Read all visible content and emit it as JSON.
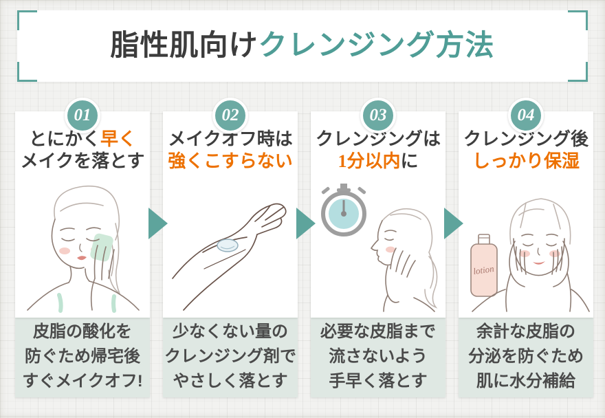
{
  "banner": {
    "title_plain": "脂性肌向け",
    "title_accent": "クレンジング方法"
  },
  "colors": {
    "accent_teal": "#4f9d96",
    "badge_teal": "#6caaa3",
    "arrow_teal": "#5ea49c",
    "accent_orange": "#ed7100",
    "dark_text": "#3e3e3e",
    "caption_bg": "#dfe8e3",
    "caption_text": "#4a4a4a"
  },
  "steps": [
    {
      "number": "01",
      "heading_line1": [
        {
          "t": "とにかく",
          "c": "dark"
        },
        {
          "t": "早く",
          "c": "accent"
        }
      ],
      "heading_line2": [
        {
          "t": "メイクを落とす",
          "c": "dark"
        }
      ],
      "illustration": "woman-wiping-face-illustration",
      "caption_lines": [
        "皮脂の酸化を",
        "防ぐため帰宅後",
        "すぐメイクオフ!"
      ]
    },
    {
      "number": "02",
      "heading_line1": [
        {
          "t": "メイクオフ時は",
          "c": "dark"
        }
      ],
      "heading_line2": [
        {
          "t": "強くこすらない",
          "c": "accent"
        }
      ],
      "illustration": "hand-with-cleanser-illustration",
      "caption_lines": [
        "少なくない量の",
        "クレンジング剤で",
        "やさしく落とす"
      ]
    },
    {
      "number": "03",
      "heading_line1": [
        {
          "t": "クレンジングは",
          "c": "dark"
        }
      ],
      "heading_line2": [
        {
          "t": "1分以内",
          "c": "accent"
        },
        {
          "t": "に",
          "c": "dark"
        }
      ],
      "illustration": "stopwatch-woman-washing-illustration",
      "caption_lines": [
        "必要な皮脂まで",
        "流さないよう",
        "手早く落とす"
      ]
    },
    {
      "number": "04",
      "heading_line1": [
        {
          "t": "クレンジング後",
          "c": "dark"
        }
      ],
      "heading_line2": [
        {
          "t": "しっかり保湿",
          "c": "accent"
        }
      ],
      "illustration": "lotion-woman-moisturizing-illustration",
      "caption_lines": [
        "余計な皮脂の",
        "分泌を防ぐため",
        "肌に水分補給"
      ]
    }
  ],
  "bottle_label": "lotion"
}
